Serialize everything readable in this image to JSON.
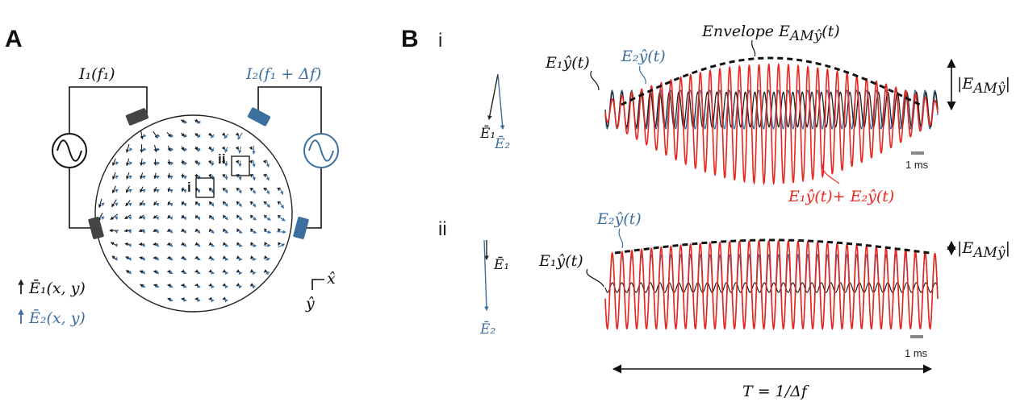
{
  "colors": {
    "field1": "#222222",
    "field2": "#3d6f9e",
    "sum": "#e8261f",
    "envelope": "#111111",
    "electrode1": "#444444",
    "electrode2": "#3d6f9e"
  },
  "panel_a": {
    "letter": "A",
    "current1_label": "I₁(f₁)",
    "current2_label": "I₂(f₁ + Δf)",
    "roi_i": "i",
    "roi_ii": "ii",
    "legend_e1": "Ē₁(x, y)",
    "legend_e2": "Ē₂(x, y)",
    "axis_x": "x̂",
    "axis_y": "ŷ",
    "source1_icon": "sine-source-icon",
    "source2_icon": "sine-source-icon"
  },
  "panel_b": {
    "letter": "B",
    "row_i": {
      "label": "i",
      "envelope_label": "Envelope E",
      "envelope_sub": "AMŷ",
      "envelope_tail": "(t)",
      "e1_label": "E₁ŷ(t)",
      "e2_label": "E₂ŷ(t)",
      "sum_label": "E₁ŷ(t)+ E₂ŷ(t)",
      "amp_label": "|E",
      "amp_sub": "AMŷ",
      "amp_tail": "|",
      "scale_label": "1 ms",
      "vec_e1": "Ē₁",
      "vec_e2": "Ē₂"
    },
    "row_ii": {
      "label": "ii",
      "e1_label": "E₁ŷ(t)",
      "e2_label": "E₂ŷ(t)",
      "amp_label": "|E",
      "amp_sub": "AMŷ",
      "amp_tail": "|",
      "scale_label": "1 ms",
      "vec_e1": "Ē₁",
      "vec_e2": "Ē₂"
    },
    "period_label": "T = 1/Δf"
  }
}
